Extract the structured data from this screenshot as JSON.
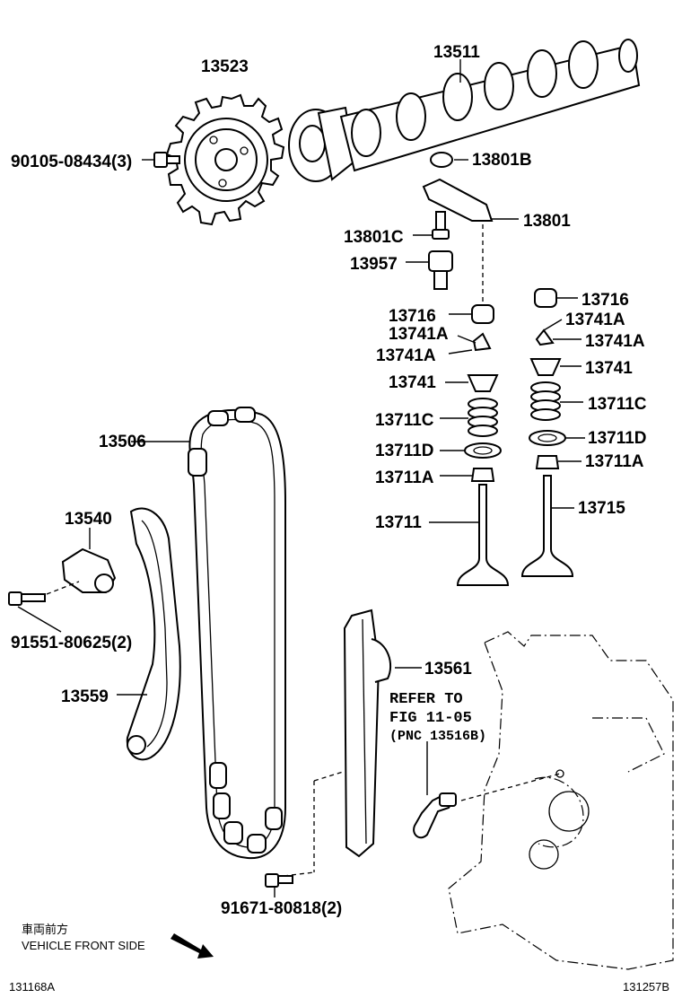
{
  "labels": {
    "sprocket": "13523",
    "camshaft": "13511",
    "bolt_sprocket": "90105-08434(3)",
    "nut_13801b": "13801B",
    "rocker_arm": "13801",
    "bolt_13801c": "13801C",
    "adjuster_13957": "13957",
    "lash_cap_left": "13716",
    "lash_cap_right": "13716",
    "keeper_left_top": "13741A",
    "keeper_left_bottom": "13741A",
    "keeper_right_top": "13741A",
    "keeper_right_bottom": "13741A",
    "retainer_left": "13741",
    "retainer_right": "13741",
    "spring_left": "13711C",
    "spring_right": "13711C",
    "seat_left": "13711D",
    "seat_right": "13711D",
    "seal_left": "13711A",
    "seal_right": "13711A",
    "intake_valve": "13711",
    "exhaust_valve": "13715",
    "chain": "13506",
    "tensioner": "13540",
    "bolt_tensioner": "91551-80625(2)",
    "slipper": "13559",
    "damper": "13561",
    "bolt_damper": "91671-80818(2)"
  },
  "refer_note": {
    "line1": "REFER TO",
    "line2": "FIG 11-05",
    "line3": "(PNC 13516B)"
  },
  "front_indicator": {
    "japanese": "車両前方",
    "english": "VEHICLE FRONT SIDE"
  },
  "codes": {
    "left": "131168A",
    "right": "131257B"
  }
}
